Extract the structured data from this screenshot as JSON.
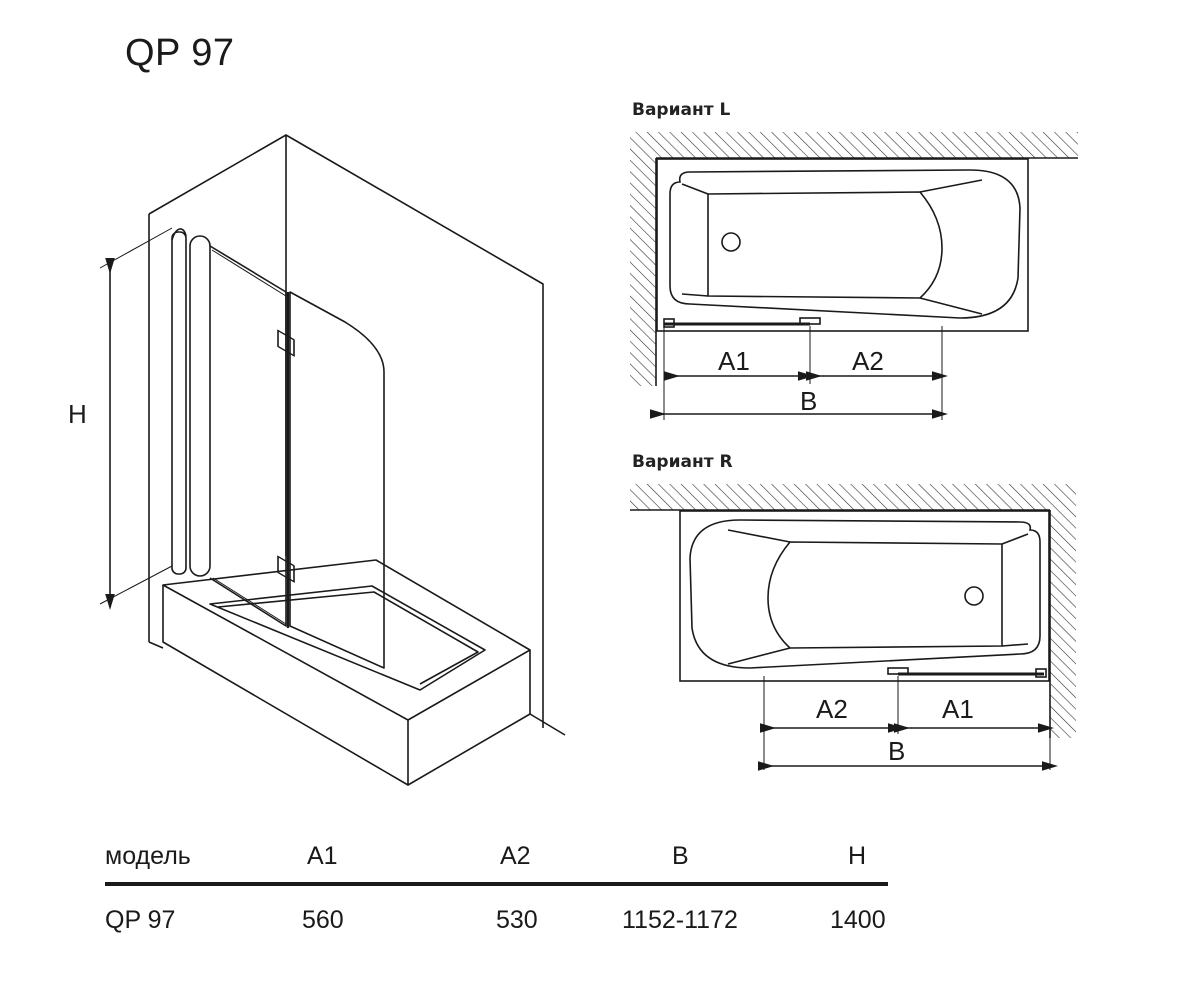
{
  "title": "QP 97",
  "iso": {
    "height_label": "H"
  },
  "variant_l": {
    "label": "Вариант L",
    "a1": "A1",
    "a2": "A2",
    "b": "B"
  },
  "variant_r": {
    "label": "Вариант R",
    "a1": "A1",
    "a2": "A2",
    "b": "B"
  },
  "table": {
    "headers": [
      "модель",
      "A1",
      "A2",
      "B",
      "H"
    ],
    "rows": [
      [
        "QP 97",
        "560",
        "530",
        "1152-1172",
        "1400"
      ]
    ]
  }
}
